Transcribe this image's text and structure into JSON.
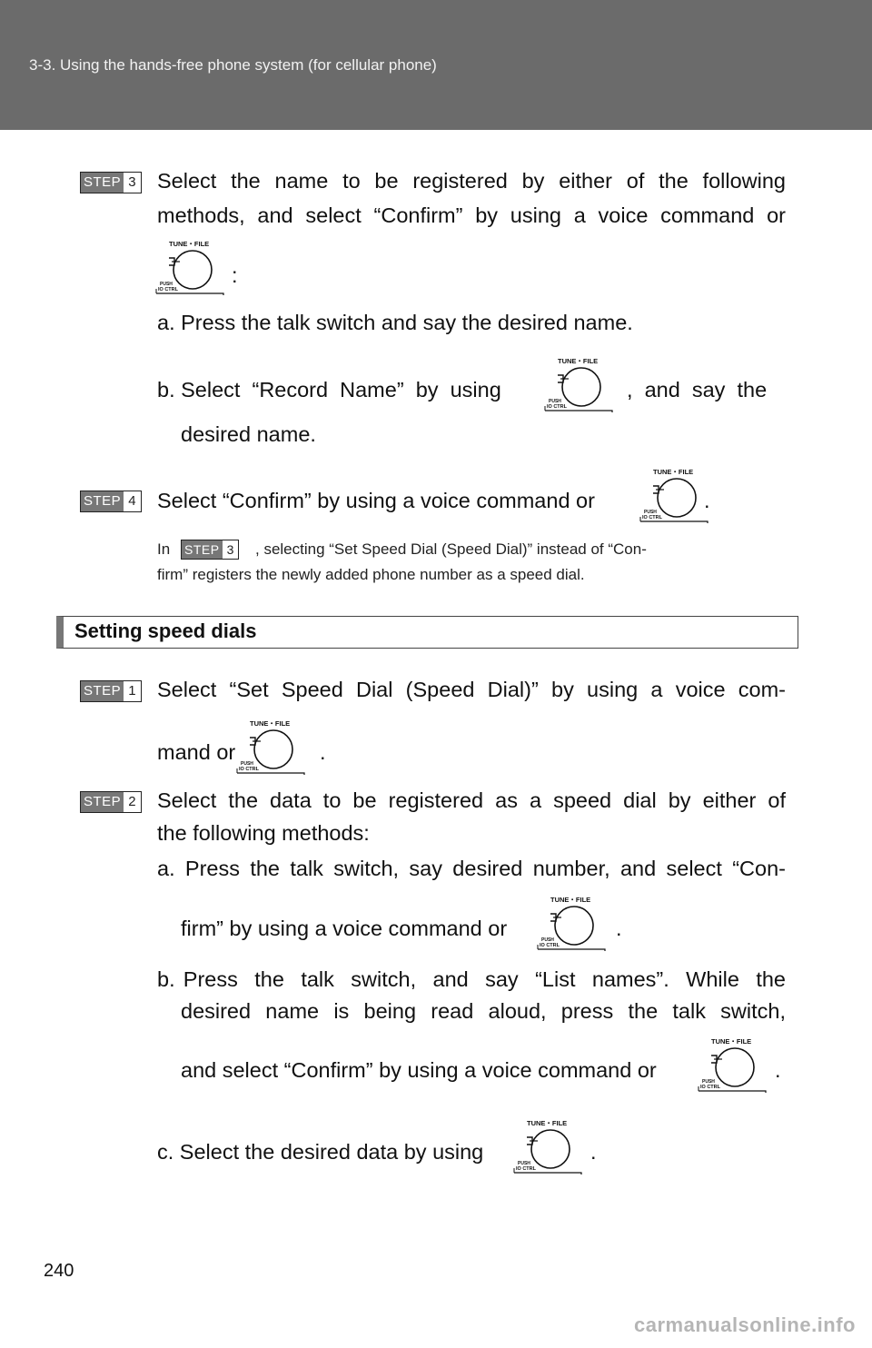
{
  "header": {
    "title": "3-3. Using the hands-free phone system (for cellular phone)"
  },
  "dial_icon": {
    "top_label": "TUNE・FILE",
    "push_label": "PUSH",
    "ctrl_label": "IO CTRL"
  },
  "step_word": "STEP",
  "block1": {
    "step3_num": "3",
    "step3_line1": "Select the name to be registered by either of the following",
    "step3_line2": "methods, and select “Confirm” by using a voice command or",
    "colon": ":",
    "a": "a. Press the talk switch and say the desired name.",
    "b_line1_left": "b. Select  “Record  Name”  by  using",
    "b_line1_right": ",  and  say  the",
    "b_line2": "desired name.",
    "step4_num": "4",
    "step4_text": "Select “Confirm” by using a voice command or",
    "step4_end": ".",
    "note_prefix": "In",
    "note_step_num": "3",
    "note_line1": ", selecting “Set Speed Dial (Speed Dial)” instead of “Con-",
    "note_line2": "firm” registers the newly added phone number as a speed dial."
  },
  "section": {
    "title": "Setting speed dials"
  },
  "block2": {
    "step1_num": "1",
    "step1_line1": "Select “Set Speed Dial (Speed Dial)” by using a voice com-",
    "step1_line2": "mand or",
    "step1_end": ".",
    "step2_num": "2",
    "step2_line1": "Select the data to be registered as a speed dial by either of",
    "step2_line2": "the following methods:",
    "a_line1": "a. Press the talk switch, say desired number, and select “Con-",
    "a_line2": "firm” by using a voice command or",
    "a_end": ".",
    "b_line1": "b. Press  the  talk  switch,  and  say  “List  names”.  While  the",
    "b_line2": "desired  name  is  being  read  aloud,  press  the  talk  switch,",
    "b_line3": "and select “Confirm” by using a voice command or",
    "b_end": ".",
    "c_line": "c. Select the desired data by using",
    "c_end": "."
  },
  "page_number": "240",
  "watermark": "carmanualsonline.info"
}
